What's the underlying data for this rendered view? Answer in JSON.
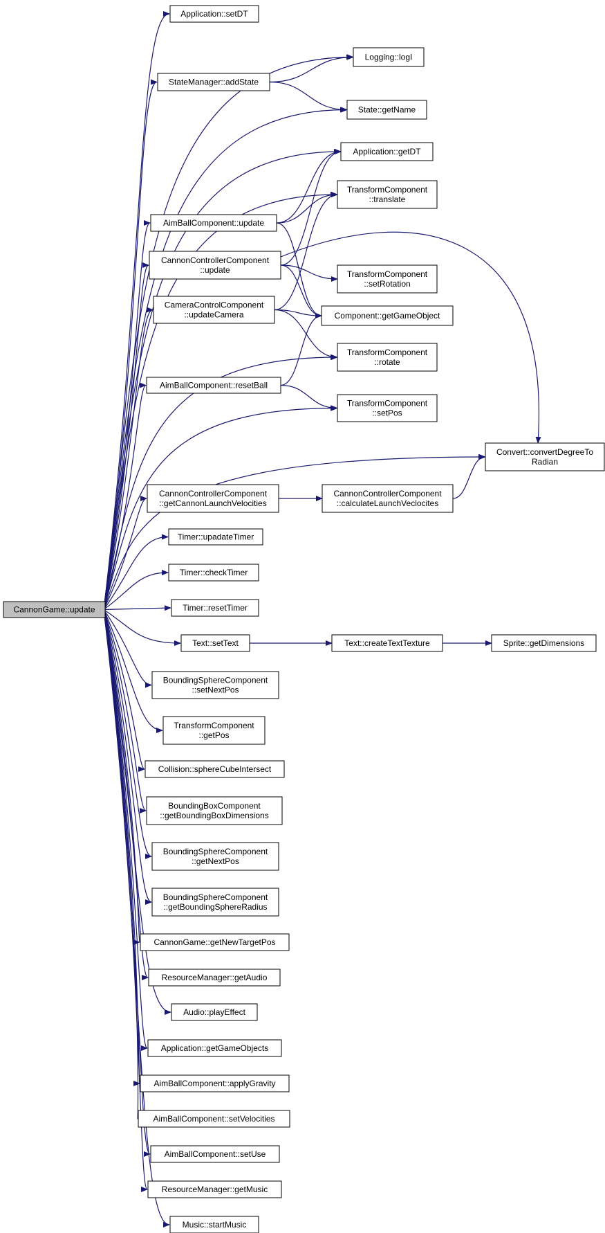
{
  "graph": {
    "root": "CannonGame::update",
    "nodes": [
      {
        "id": "root",
        "lines": [
          "CannonGame::update"
        ]
      },
      {
        "id": "app_setdt",
        "lines": [
          "Application::setDT"
        ]
      },
      {
        "id": "logging_logi",
        "lines": [
          "Logging::logI"
        ]
      },
      {
        "id": "statemgr_addstate",
        "lines": [
          "StateManager::addState"
        ]
      },
      {
        "id": "state_getname",
        "lines": [
          "State::getName"
        ]
      },
      {
        "id": "app_getdt",
        "lines": [
          "Application::getDT"
        ]
      },
      {
        "id": "transform_translate",
        "lines": [
          "TransformComponent",
          "::translate"
        ]
      },
      {
        "id": "aimball_update",
        "lines": [
          "AimBallComponent::update"
        ]
      },
      {
        "id": "cannonctrl_update",
        "lines": [
          "CannonControllerComponent",
          "::update"
        ]
      },
      {
        "id": "transform_setrotation",
        "lines": [
          "TransformComponent",
          "::setRotation"
        ]
      },
      {
        "id": "cameractrl_updatecamera",
        "lines": [
          "CameraControlComponent",
          "::updateCamera"
        ]
      },
      {
        "id": "component_getgameobject",
        "lines": [
          "Component::getGameObject"
        ]
      },
      {
        "id": "transform_rotate",
        "lines": [
          "TransformComponent",
          "::rotate"
        ]
      },
      {
        "id": "aimball_resetball",
        "lines": [
          "AimBallComponent::resetBall"
        ]
      },
      {
        "id": "transform_setpos",
        "lines": [
          "TransformComponent",
          "::setPos"
        ]
      },
      {
        "id": "convert_deg2rad",
        "lines": [
          "Convert::convertDegreeTo",
          "Radian"
        ]
      },
      {
        "id": "cannonctrl_getlaunch",
        "lines": [
          "CannonControllerComponent",
          "::getCannonLaunchVelocities"
        ]
      },
      {
        "id": "cannonctrl_calclaunch",
        "lines": [
          "CannonControllerComponent",
          "::calculateLaunchVeclocites"
        ]
      },
      {
        "id": "timer_upadatetimer",
        "lines": [
          "Timer::upadateTimer"
        ]
      },
      {
        "id": "timer_checktimer",
        "lines": [
          "Timer::checkTimer"
        ]
      },
      {
        "id": "timer_resettimer",
        "lines": [
          "Timer::resetTimer"
        ]
      },
      {
        "id": "text_settext",
        "lines": [
          "Text::setText"
        ]
      },
      {
        "id": "text_createtexttexture",
        "lines": [
          "Text::createTextTexture"
        ]
      },
      {
        "id": "sprite_getdimensions",
        "lines": [
          "Sprite::getDimensions"
        ]
      },
      {
        "id": "bsphere_setnextpos",
        "lines": [
          "BoundingSphereComponent",
          "::setNextPos"
        ]
      },
      {
        "id": "transform_getpos",
        "lines": [
          "TransformComponent",
          "::getPos"
        ]
      },
      {
        "id": "collision_spherecube",
        "lines": [
          "Collision::sphereCubeIntersect"
        ]
      },
      {
        "id": "bbox_getdims",
        "lines": [
          "BoundingBoxComponent",
          "::getBoundingBoxDimensions"
        ]
      },
      {
        "id": "bsphere_getnextpos",
        "lines": [
          "BoundingSphereComponent",
          "::getNextPos"
        ]
      },
      {
        "id": "bsphere_getradius",
        "lines": [
          "BoundingSphereComponent",
          "::getBoundingSphereRadius"
        ]
      },
      {
        "id": "cannongame_getnewtargetpos",
        "lines": [
          "CannonGame::getNewTargetPos"
        ]
      },
      {
        "id": "resmgr_getaudio",
        "lines": [
          "ResourceManager::getAudio"
        ]
      },
      {
        "id": "audio_playeffect",
        "lines": [
          "Audio::playEffect"
        ]
      },
      {
        "id": "app_getgameobjects",
        "lines": [
          "Application::getGameObjects"
        ]
      },
      {
        "id": "aimball_applygravity",
        "lines": [
          "AimBallComponent::applyGravity"
        ]
      },
      {
        "id": "aimball_setvelocities",
        "lines": [
          "AimBallComponent::setVelocities"
        ]
      },
      {
        "id": "aimball_setuse",
        "lines": [
          "AimBallComponent::setUse"
        ]
      },
      {
        "id": "resmgr_getmusic",
        "lines": [
          "ResourceManager::getMusic"
        ]
      },
      {
        "id": "music_startmusic",
        "lines": [
          "Music::startMusic"
        ]
      }
    ],
    "edges": [
      [
        "root",
        "app_setdt"
      ],
      [
        "root",
        "logging_logi"
      ],
      [
        "root",
        "statemgr_addstate"
      ],
      [
        "root",
        "state_getname"
      ],
      [
        "root",
        "app_getdt"
      ],
      [
        "root",
        "transform_translate"
      ],
      [
        "root",
        "aimball_update"
      ],
      [
        "root",
        "cannonctrl_update"
      ],
      [
        "root",
        "cameractrl_updatecamera"
      ],
      [
        "root",
        "transform_rotate"
      ],
      [
        "root",
        "aimball_resetball"
      ],
      [
        "root",
        "transform_setpos"
      ],
      [
        "root",
        "convert_deg2rad"
      ],
      [
        "root",
        "cannonctrl_getlaunch"
      ],
      [
        "root",
        "timer_upadatetimer"
      ],
      [
        "root",
        "timer_checktimer"
      ],
      [
        "root",
        "timer_resettimer"
      ],
      [
        "root",
        "text_settext"
      ],
      [
        "root",
        "bsphere_setnextpos"
      ],
      [
        "root",
        "transform_getpos"
      ],
      [
        "root",
        "collision_spherecube"
      ],
      [
        "root",
        "bbox_getdims"
      ],
      [
        "root",
        "bsphere_getnextpos"
      ],
      [
        "root",
        "bsphere_getradius"
      ],
      [
        "root",
        "cannongame_getnewtargetpos"
      ],
      [
        "root",
        "resmgr_getaudio"
      ],
      [
        "root",
        "audio_playeffect"
      ],
      [
        "root",
        "app_getgameobjects"
      ],
      [
        "root",
        "aimball_applygravity"
      ],
      [
        "root",
        "aimball_setvelocities"
      ],
      [
        "root",
        "aimball_setuse"
      ],
      [
        "root",
        "resmgr_getmusic"
      ],
      [
        "root",
        "music_startmusic"
      ],
      [
        "statemgr_addstate",
        "logging_logi"
      ],
      [
        "statemgr_addstate",
        "state_getname"
      ],
      [
        "aimball_update",
        "app_getdt"
      ],
      [
        "aimball_update",
        "transform_translate"
      ],
      [
        "aimball_update",
        "component_getgameobject"
      ],
      [
        "cannonctrl_update",
        "app_getdt"
      ],
      [
        "cannonctrl_update",
        "transform_setrotation"
      ],
      [
        "cannonctrl_update",
        "component_getgameobject"
      ],
      [
        "cannonctrl_update",
        "convert_deg2rad"
      ],
      [
        "cameractrl_updatecamera",
        "transform_translate"
      ],
      [
        "cameractrl_updatecamera",
        "component_getgameobject"
      ],
      [
        "cameractrl_updatecamera",
        "transform_rotate"
      ],
      [
        "aimball_resetball",
        "component_getgameobject"
      ],
      [
        "aimball_resetball",
        "transform_setpos"
      ],
      [
        "cannonctrl_getlaunch",
        "cannonctrl_calclaunch"
      ],
      [
        "cannonctrl_calclaunch",
        "convert_deg2rad"
      ],
      [
        "text_settext",
        "text_createtexttexture"
      ],
      [
        "text_createtexttexture",
        "sprite_getdimensions"
      ]
    ],
    "colors": {
      "edge": "#191970",
      "node_border": "#000000",
      "node_fill": "#ffffff",
      "root_fill": "#bfbfbf"
    }
  }
}
